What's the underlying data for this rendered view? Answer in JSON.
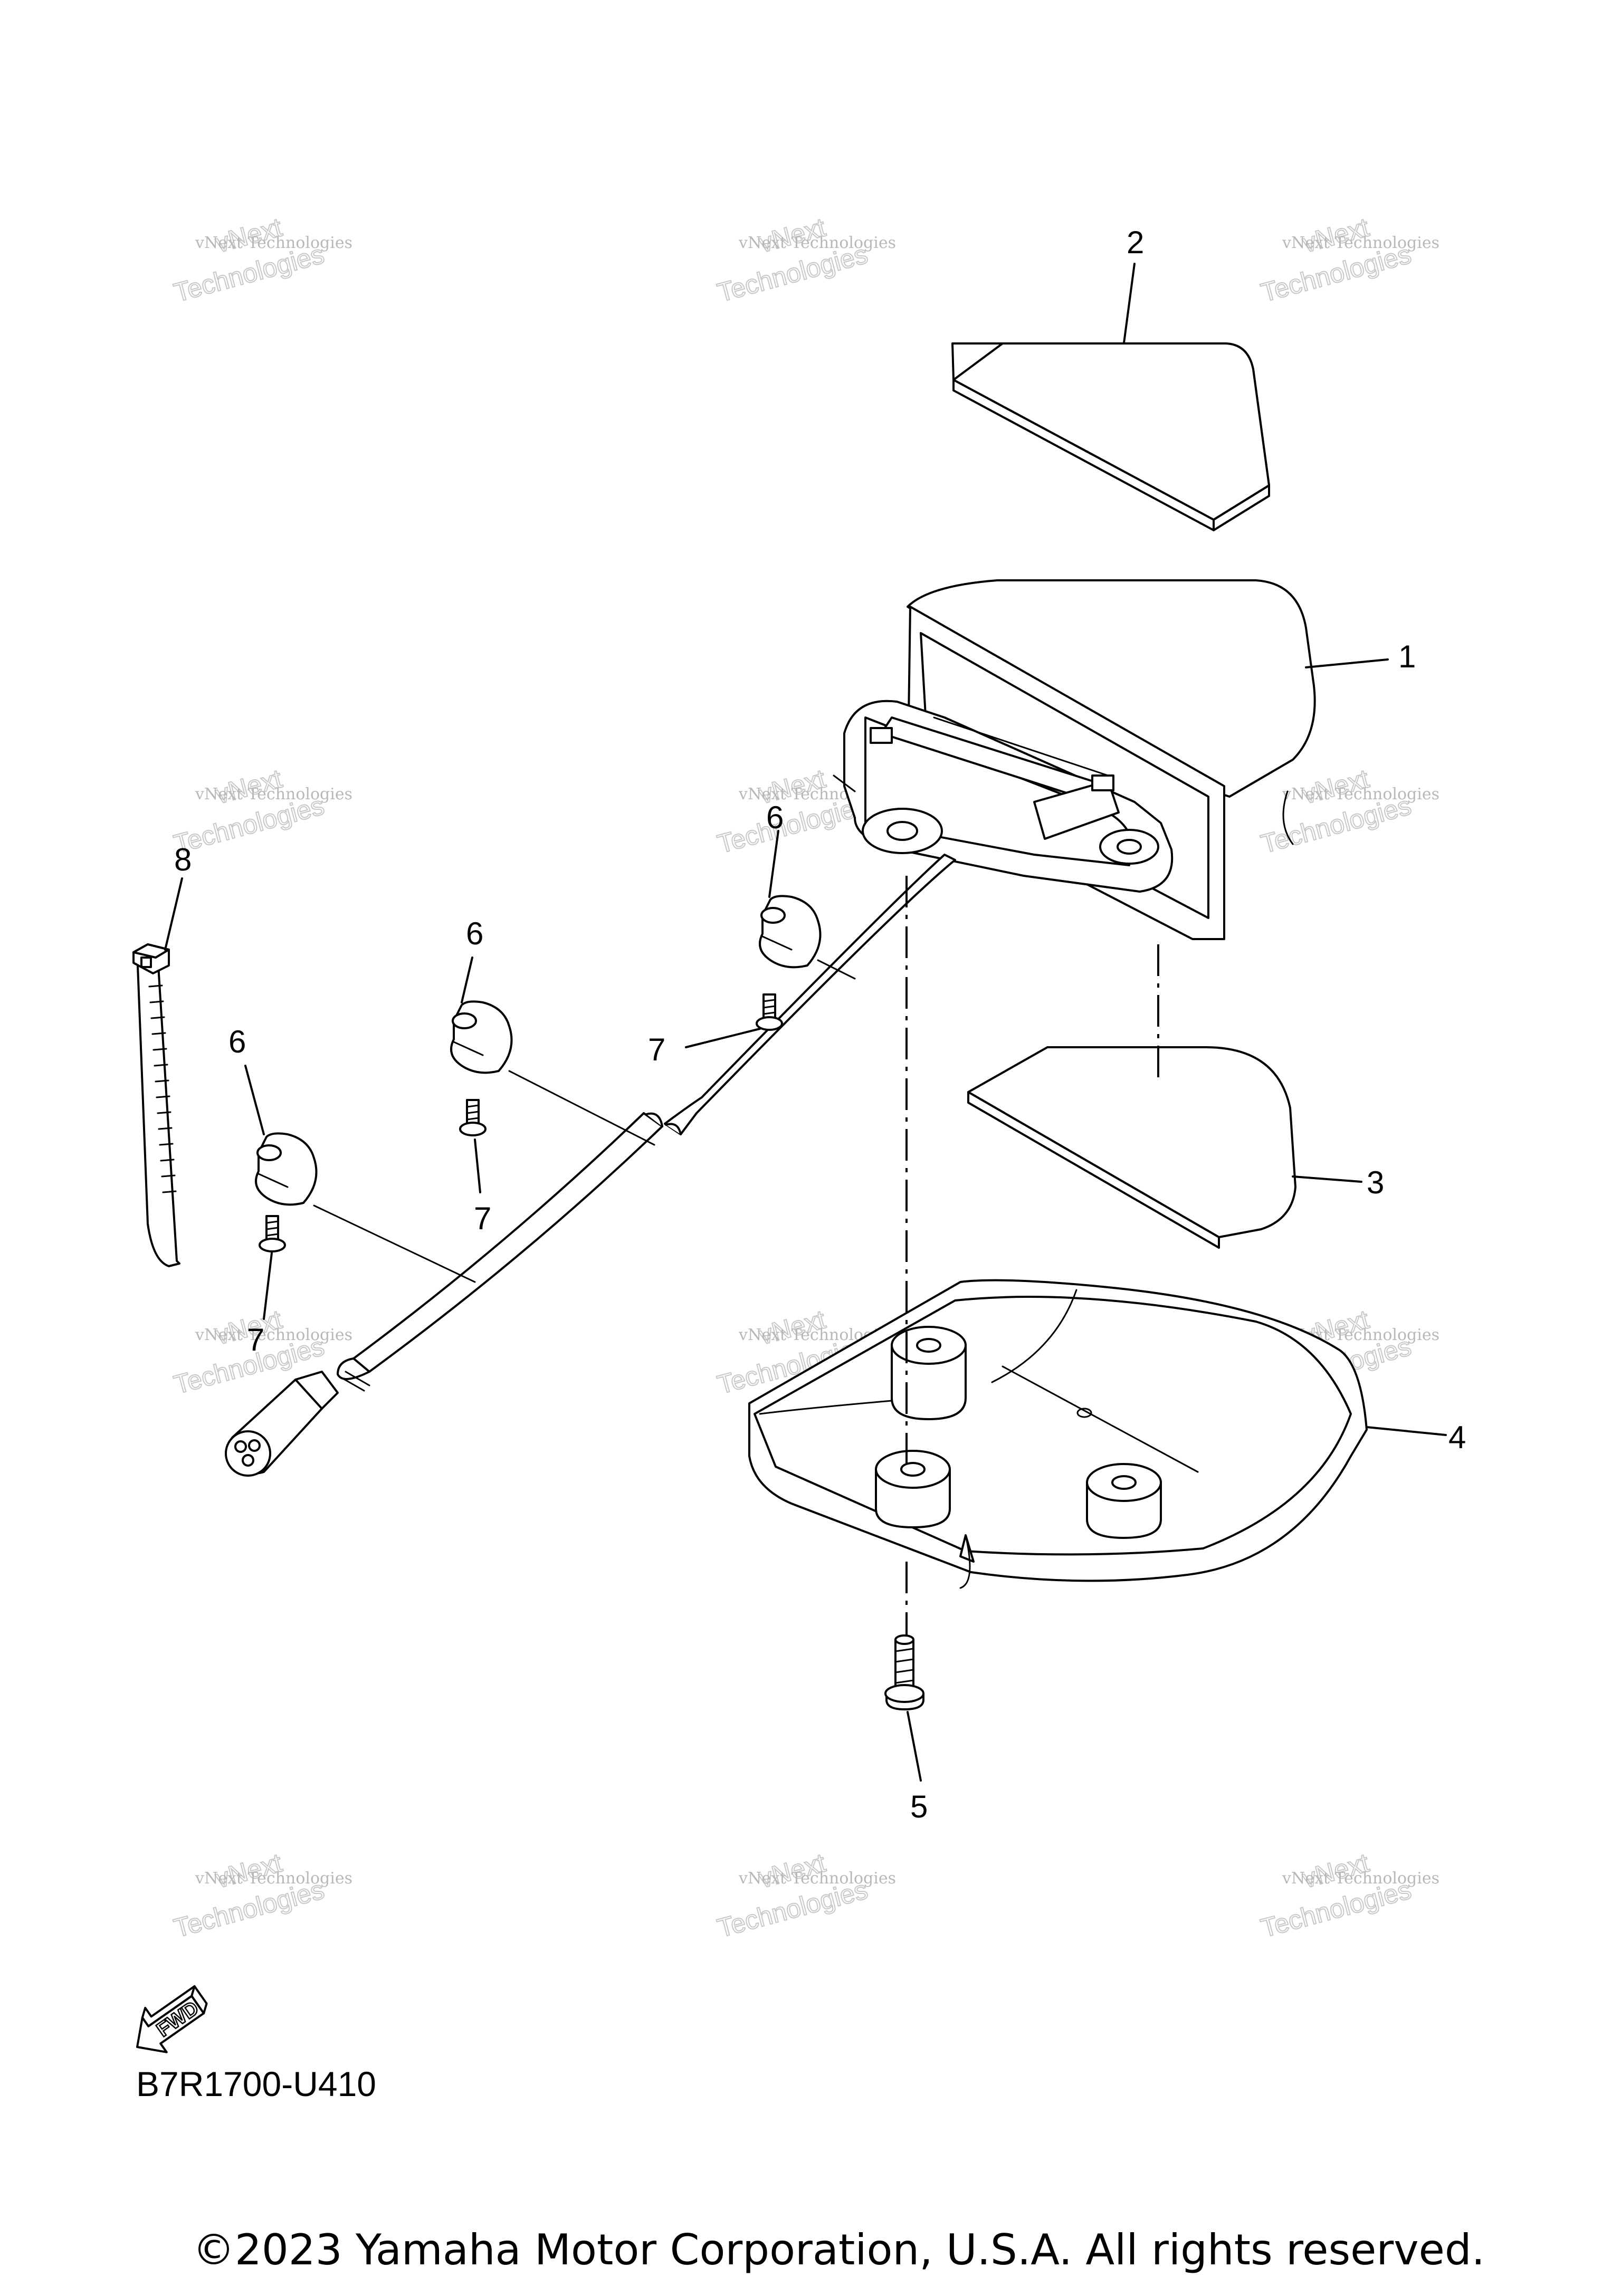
{
  "callouts": {
    "part1": "1",
    "part2": "2",
    "part3": "3",
    "part4": "4",
    "part5": "5",
    "part6a": "6",
    "part6b": "6",
    "part6c": "6",
    "part7a": "7",
    "part7b": "7",
    "part7c": "7",
    "part8": "8"
  },
  "watermark": {
    "line1": "vNext Technologies",
    "line2": "vNext",
    "line3": "Technologies"
  },
  "fwd_label": "FWD",
  "drawing_code": "B7R1700-U410",
  "copyright": "©2023 Yamaha Motor Corporation, U.S.A. All rights reserved.",
  "icons": {
    "fwd": "fwd-arrow-icon"
  }
}
